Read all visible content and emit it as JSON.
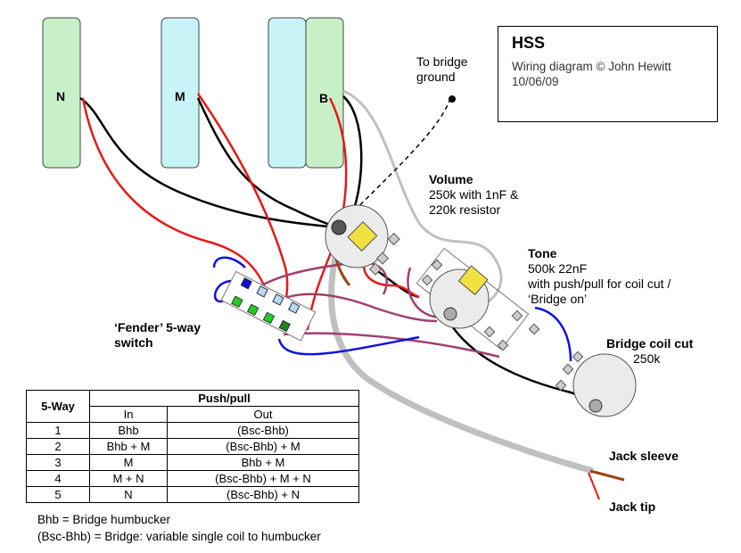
{
  "title": {
    "main": "HSS",
    "line1": "Wiring diagram © John Hewitt",
    "line2": "10/06/09"
  },
  "pickups": {
    "neck": "N",
    "middle": "M",
    "bridge": "B"
  },
  "labels": {
    "to_bridge_line1": "To bridge",
    "to_bridge_line2": "ground",
    "volume_title": "Volume",
    "volume_line1": "250k with 1nF &",
    "volume_line2": "220k resistor",
    "tone_title": "Tone",
    "tone_line1": "500k  22nF",
    "tone_line2": "with push/pull for coil cut /",
    "tone_line3": "‘Bridge on’",
    "switch_line1": "‘Fender’ 5-way",
    "switch_line2": "switch",
    "coilcut_title": "Bridge coil cut",
    "coilcut_value": "250k",
    "jack_sleeve": "Jack sleeve",
    "jack_tip": "Jack tip"
  },
  "table": {
    "col_way": "5-Way",
    "col_pushpull": "Push/pull",
    "col_in": "In",
    "col_out": "Out",
    "rows": [
      {
        "way": "1",
        "in": "Bhb",
        "out": "(Bsc-Bhb)"
      },
      {
        "way": "2",
        "in": "Bhb + M",
        "out": "(Bsc-Bhb) + M"
      },
      {
        "way": "3",
        "in": "M",
        "out": "Bhb + M"
      },
      {
        "way": "4",
        "in": "M + N",
        "out": "(Bsc-Bhb) + M + N"
      },
      {
        "way": "5",
        "in": "N",
        "out": "(Bsc-Bhb) + N"
      }
    ]
  },
  "footnotes": {
    "line1": "Bhb = Bridge humbucker",
    "line2": "(Bsc-Bhb) = Bridge: variable single coil to humbucker"
  },
  "colors": {
    "neck_pickup": "#c8f0c8",
    "middle_pickup": "#c8f4f8",
    "bridge_pickup_a": "#c8f4f8",
    "bridge_pickup_b": "#c8f0c8",
    "wire_red": "#e81818",
    "wire_black": "#000000",
    "wire_blue": "#1010e0",
    "wire_purple": "#a04070",
    "wire_brown": "#a04010",
    "wire_grey": "#c0c0c0",
    "pot_body": "#ebebeb",
    "capacitor": "#f0e040"
  }
}
